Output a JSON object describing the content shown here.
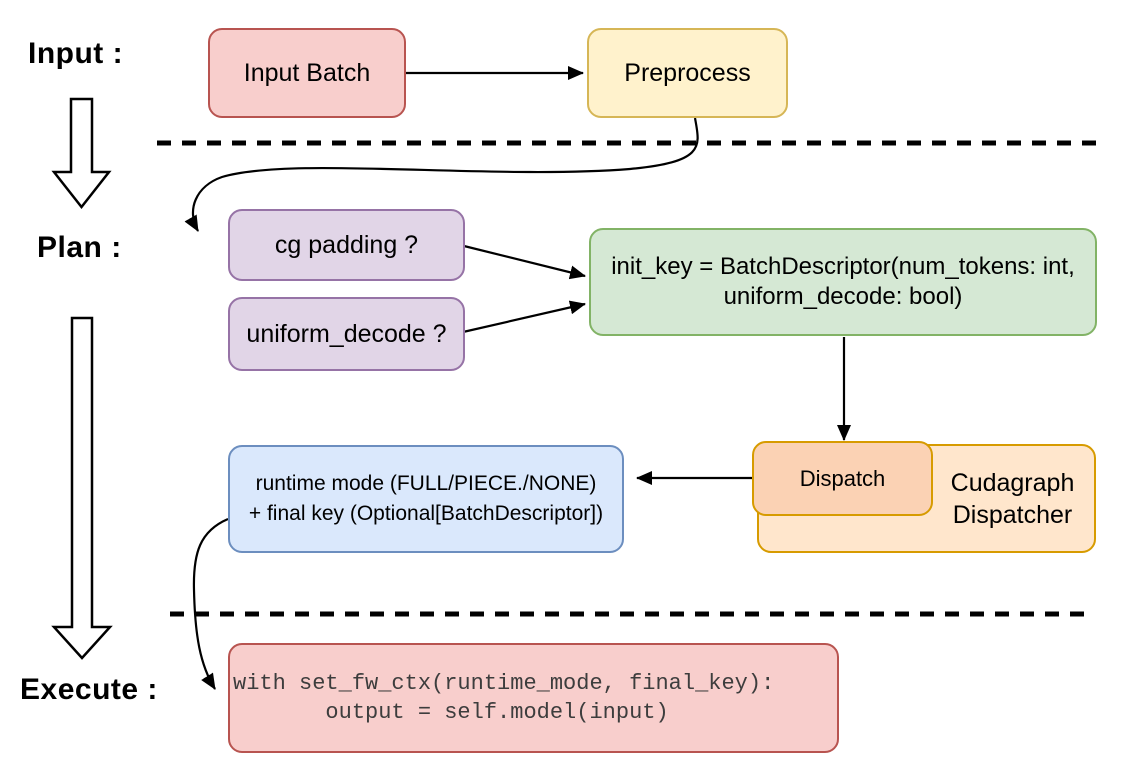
{
  "diagram": {
    "stages": {
      "input": {
        "label": "Input :"
      },
      "plan": {
        "label": "Plan :"
      },
      "execute": {
        "label": "Execute :"
      }
    },
    "nodes": {
      "input_batch": {
        "label": "Input Batch"
      },
      "preprocess": {
        "label": "Preprocess"
      },
      "cg_padding": {
        "label": "cg padding ?"
      },
      "uniform_decode": {
        "label": "uniform_decode ?"
      },
      "init_key": {
        "lines": [
          "init_key = BatchDescriptor(num_tokens: int,",
          "uniform_decode: bool)"
        ]
      },
      "runtime_mode": {
        "lines": [
          "runtime mode (FULL/PIECE./NONE)",
          "+ final key (Optional[BatchDescriptor])"
        ]
      },
      "dispatch": {
        "label": "Dispatch"
      },
      "cudagraph_dispatcher": {
        "lines": [
          "Cudagraph",
          "Dispatcher"
        ]
      },
      "execute_code": {
        "lines": [
          "with set_fw_ctx(runtime_mode, final_key):",
          "       output = self.model(input)"
        ]
      }
    },
    "colors": {
      "red_fill": "#f8cecc",
      "red_stroke": "#b85450",
      "yellow_fill": "#fff2cc",
      "yellow_stroke": "#d6b656",
      "purple_fill": "#e1d5e7",
      "purple_stroke": "#9673a6",
      "green_fill": "#d5e8d4",
      "green_stroke": "#82b366",
      "blue_fill": "#dae8fc",
      "blue_stroke": "#6c8ebf",
      "orange_fill": "#ffe6cc",
      "orange_inner_fill": "#fbd2b4",
      "orange_stroke": "#d79b00",
      "wire_color": "#000000",
      "code_text_color": "#3d3d3d"
    }
  }
}
